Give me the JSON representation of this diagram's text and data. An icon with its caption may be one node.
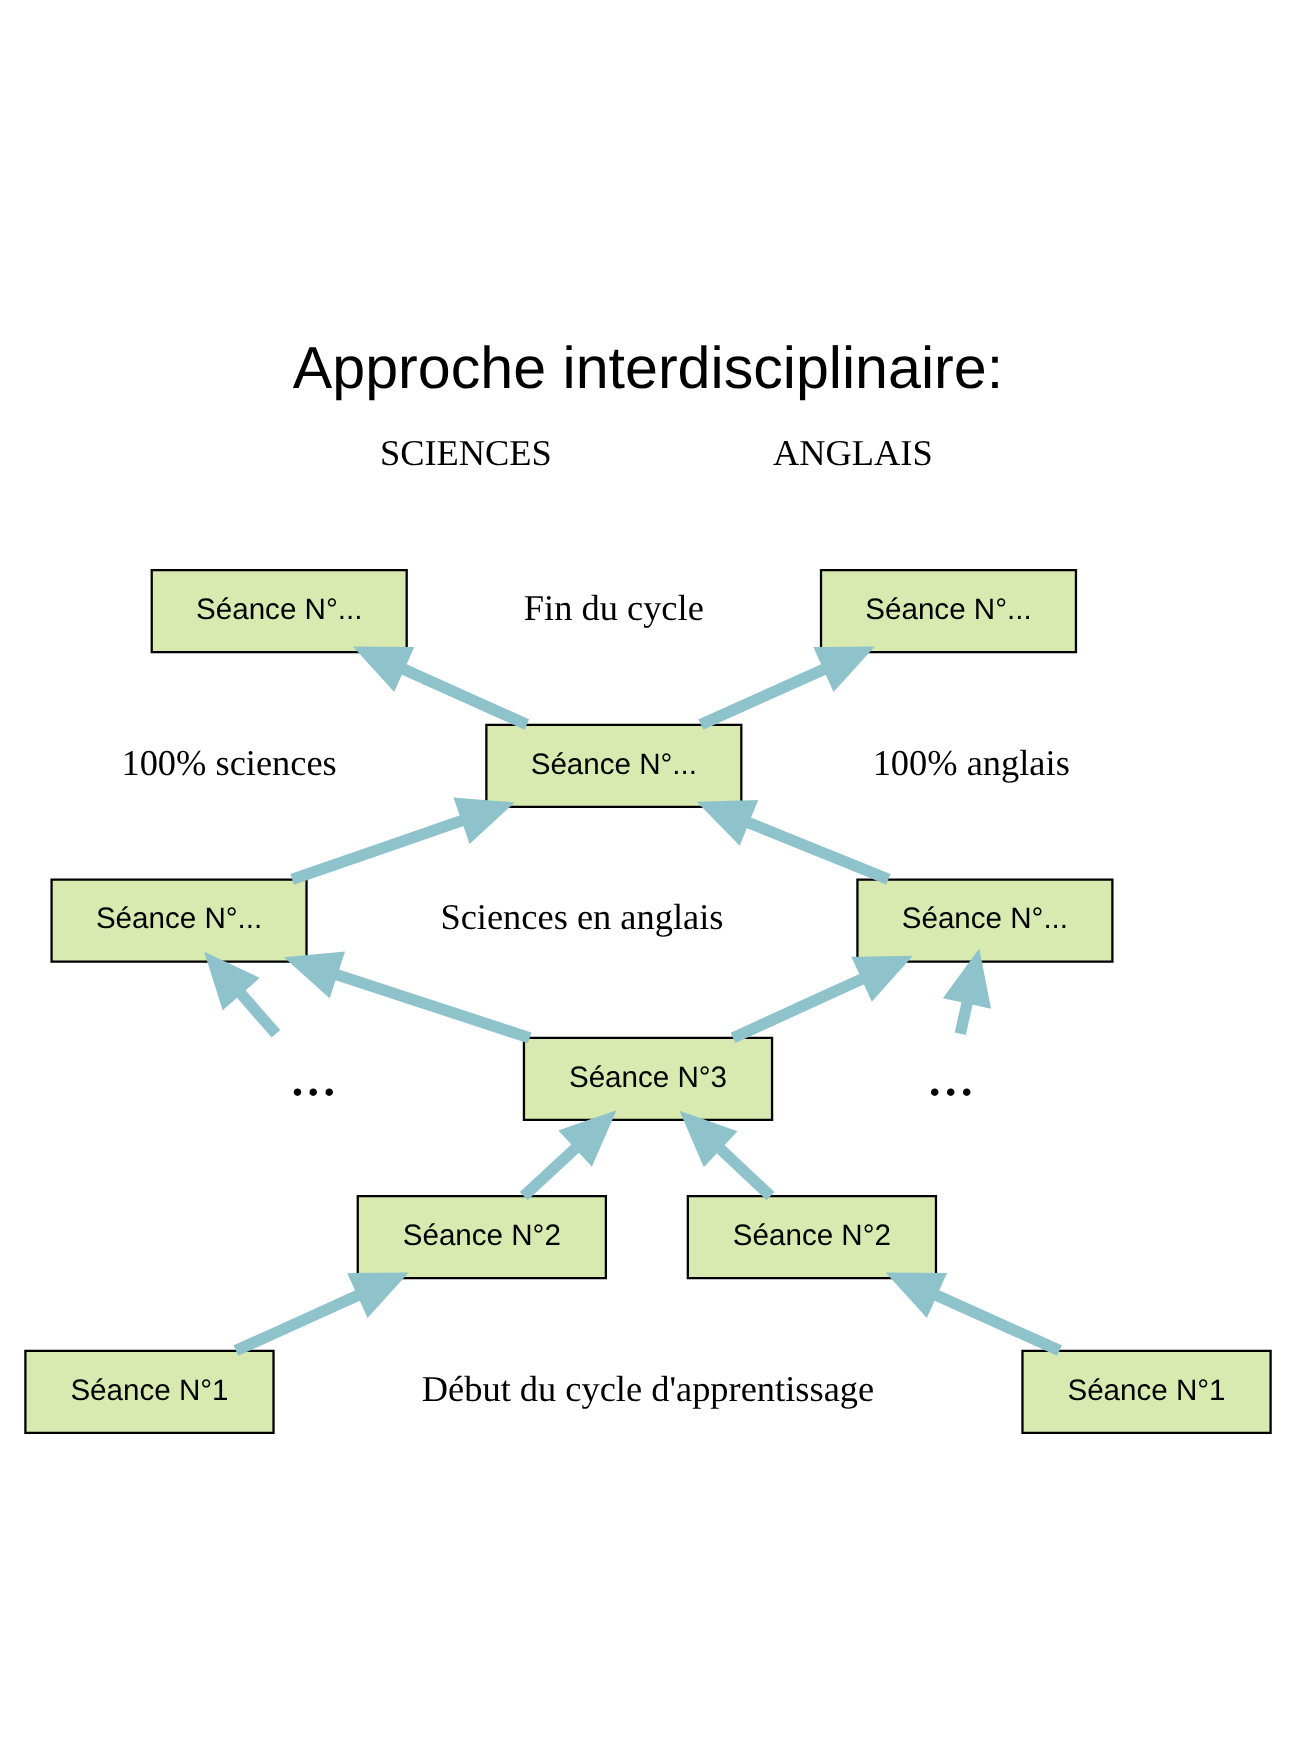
{
  "diagram": {
    "title": "Approche interdisciplinaire:",
    "nodes": [
      {
        "text": [
          "Séance N°..."
        ]
      },
      {
        "text": [
          "Séance N°..."
        ]
      },
      {
        "text": [
          "Séance N°..."
        ]
      },
      {
        "text": [
          "Séance N°..."
        ]
      },
      {
        "text": [
          "Séance N°..."
        ]
      },
      {
        "text": [
          "..."
        ]
      },
      {
        "text": [
          "Séance N°3"
        ]
      },
      {
        "text": [
          "..."
        ]
      },
      {
        "text": [
          "Séance N°2"
        ]
      },
      {
        "text": [
          "Séance N°2"
        ]
      },
      {
        "text": [
          "Séance N°1"
        ]
      },
      {
        "text": [
          "Séance N°1"
        ]
      }
    ],
    "edges": [
      {
        "from": 2,
        "to": 0,
        "arrow": "to"
      },
      {
        "from": 2,
        "to": 1,
        "arrow": "to"
      },
      {
        "from": 3,
        "to": 2,
        "arrow": "to"
      },
      {
        "from": 4,
        "to": 2,
        "arrow": "to"
      },
      {
        "from": 6,
        "to": 3,
        "arrow": "to"
      },
      {
        "from": 6,
        "to": 4,
        "arrow": "to"
      },
      {
        "from": 5,
        "to": 3,
        "arrow": "to"
      },
      {
        "from": 7,
        "to": 4,
        "arrow": "to"
      },
      {
        "from": 8,
        "to": 6,
        "arrow": "to"
      },
      {
        "from": 9,
        "to": 6,
        "arrow": "to"
      },
      {
        "from": 10,
        "to": 8,
        "arrow": "to"
      },
      {
        "from": 11,
        "to": 9,
        "arrow": "to"
      }
    ],
    "labels": [
      "SCIENCES",
      "ANGLAIS",
      "Fin du cycle",
      "100% sciences",
      "100% anglais",
      "Sciences en anglais",
      "Début du cycle d'apprentissage"
    ]
  }
}
